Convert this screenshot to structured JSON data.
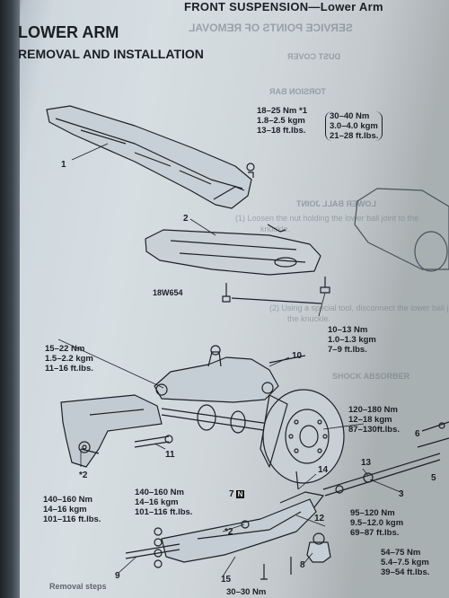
{
  "header": {
    "title": "FRONT SUSPENSION—Lower Arm"
  },
  "page": {
    "title": "LOWER ARM",
    "subtitle": "REMOVAL AND INSTALLATION"
  },
  "diagram": {
    "code": "18W654",
    "callouts": [
      "1",
      "2",
      "9",
      "10",
      "11",
      "12",
      "13",
      "14",
      "15",
      "6",
      "5",
      "8",
      "3",
      "*2",
      "*2",
      "7"
    ],
    "torque_specs": {
      "top": [
        "18–25 Nm",
        "1.8–2.5 kgm",
        "13–18 ft.lbs."
      ],
      "top_alt_marker": "*1",
      "top_alt": [
        "30–40 Nm",
        "3.0–4.0 kgm",
        "21–28 ft.lbs."
      ],
      "plate_bolts": [
        "10–13 Nm",
        "1.0–1.3 kgm",
        "7–9 ft.lbs."
      ],
      "upper_left": [
        "15–22 Nm",
        "1.5–2.2 kgm",
        "11–16 ft.lbs."
      ],
      "lower_left": [
        "140–160 Nm",
        "14–16 kgm",
        "101–116 ft.lbs."
      ],
      "lower_mid": [
        "140–160 Nm",
        "14–16 kgm",
        "101–116 ft.lbs."
      ],
      "hub_right": [
        "120–180 Nm",
        "12–18 kgm",
        "87–130ft.lbs."
      ],
      "tie_rod": [
        "95–120 Nm",
        "9.5–12.0 kgm",
        "69–87 ft.lbs."
      ],
      "ball_joint": [
        "54–75 Nm",
        "5.4–7.5 kgm",
        "39–54 ft.lbs."
      ],
      "bottom": "30–30 Nm"
    },
    "n_badge": "N"
  },
  "bleed_through": {
    "l1": "SERVICE POINTS OF REMOVAL",
    "l2": "DUST COVER",
    "l3": "TORSION BAR",
    "l4": "LOWER BALL JOINT",
    "l5": "(1) Loosen the nut holding the lower ball joint to the",
    "l6": "knuckle.",
    "l7": "(2) Using a special tool, disconnect the lower ball joint from",
    "l8": "the knuckle.",
    "l9": "SHOCK ABSORBER",
    "l10": "Removal steps"
  }
}
